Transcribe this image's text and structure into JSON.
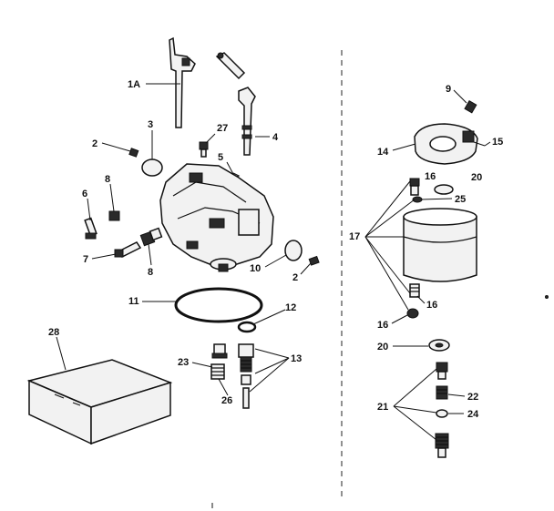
{
  "callouts": {
    "c1a": "1A",
    "c2a": "2",
    "c2b": "2",
    "c3": "3",
    "c4": "4",
    "c5": "5",
    "c6": "6",
    "c7": "7",
    "c8a": "8",
    "c8b": "8",
    "c9": "9",
    "c10": "10",
    "c11": "11",
    "c12": "12",
    "c13": "13",
    "c14": "14",
    "c15": "15",
    "c16a": "16",
    "c16b": "16",
    "c16c": "16",
    "c17": "17",
    "c20a": "20",
    "c20b": "20",
    "c21": "21",
    "c22": "22",
    "c23": "23",
    "c24": "24",
    "c25": "25",
    "c26": "26",
    "c27": "27",
    "c28": "28"
  }
}
